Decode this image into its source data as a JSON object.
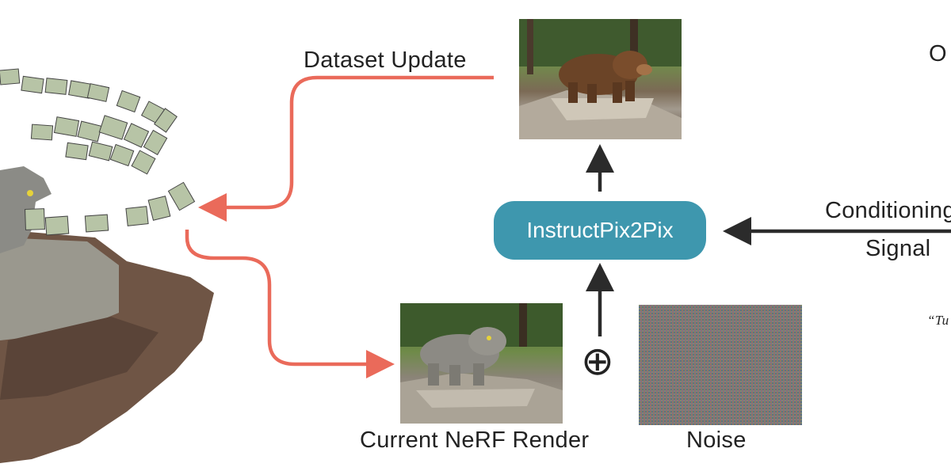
{
  "labels": {
    "dataset_update": "Dataset Update",
    "instruct_pix2pix": "InstructPix2Pix",
    "current_render": "Current NeRF Render",
    "noise": "Noise",
    "conditioning": "Conditioning",
    "signal": "Signal",
    "top_right_fragment": "O",
    "quote_fragment": "“Tu"
  },
  "symbols": {
    "combine": "⊕"
  },
  "colors": {
    "accent_arrow": "#ea6a5a",
    "box_fill": "#3e97ae",
    "dark_arrow": "#2b2b2b"
  },
  "images": {
    "edited_output": "bear-photo-icon",
    "nerf_render": "stone-bear-render-icon",
    "noise": "noise-image-icon",
    "scene": "nerf-scene-icon"
  }
}
